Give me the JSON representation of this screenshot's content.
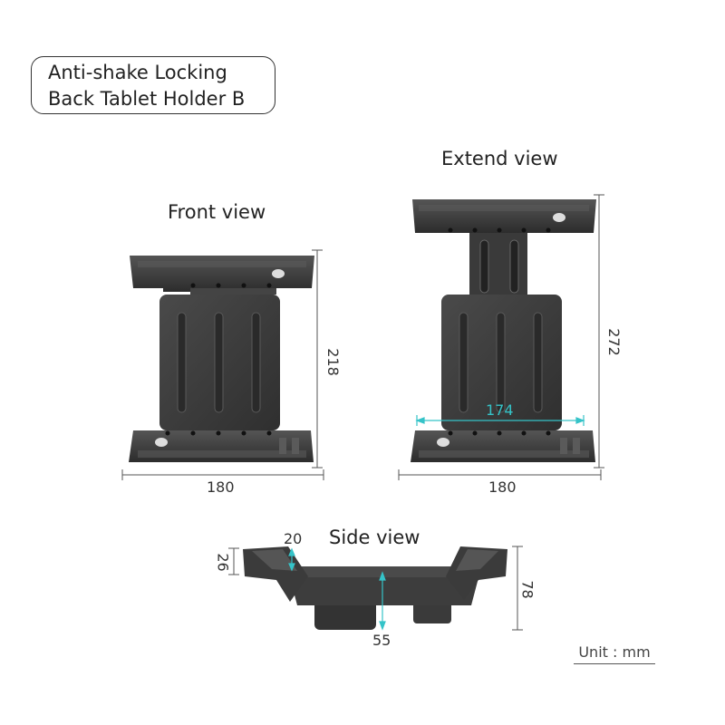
{
  "title": {
    "line1": "Anti-shake Locking",
    "line2": "Back Tablet Holder B"
  },
  "views": {
    "front": "Front view",
    "extend": "Extend view",
    "side": "Side view"
  },
  "dimensions": {
    "front_width": "180",
    "front_height": "218",
    "extend_width": "180",
    "extend_height": "272",
    "extend_inner_width": "174",
    "side_height_left": "26",
    "side_top_width": "20",
    "side_height_right": "78",
    "side_depth": "55"
  },
  "unit_label": "Unit : mm",
  "colors": {
    "product": "#3b3b3b",
    "dimension_line": "#555555",
    "highlight": "#35c3c8"
  }
}
